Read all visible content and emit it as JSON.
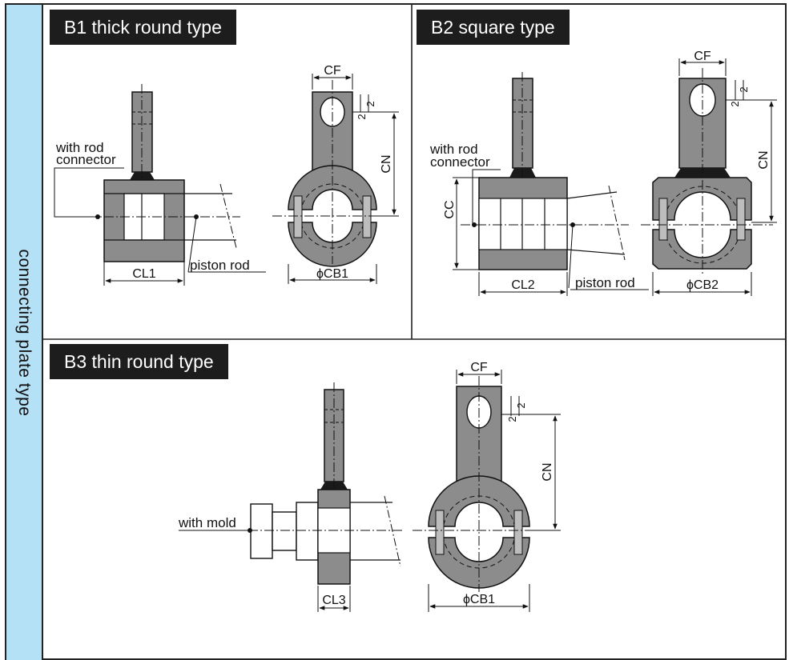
{
  "side_label": "connecting plate type",
  "panels": {
    "b1": {
      "title": "B1 thick round type",
      "label_connector_line1": "with rod",
      "label_connector_line2": "connector",
      "label_piston": "piston rod",
      "dim_length": "CL1",
      "dim_width": "CF",
      "dim_height": "CN",
      "dim_diameter": "ϕCB1",
      "dim_small": "2"
    },
    "b2": {
      "title": "B2 square type",
      "label_connector_line1": "with rod",
      "label_connector_line2": "connector",
      "label_piston": "piston rod",
      "dim_length": "CL2",
      "dim_cc": "CC",
      "dim_width": "CF",
      "dim_height": "CN",
      "dim_diameter": "ϕCB2",
      "dim_small": "2"
    },
    "b3": {
      "title": "B3 thin round type",
      "label_mold": "with mold",
      "dim_length": "CL3",
      "dim_width": "CF",
      "dim_height": "CN",
      "dim_diameter": "ϕCB1",
      "dim_small": "2"
    }
  },
  "colors": {
    "part_fill": "#8c8c8c",
    "side_tab": "#b5e1f7",
    "title_bg": "#1d1d1d"
  }
}
